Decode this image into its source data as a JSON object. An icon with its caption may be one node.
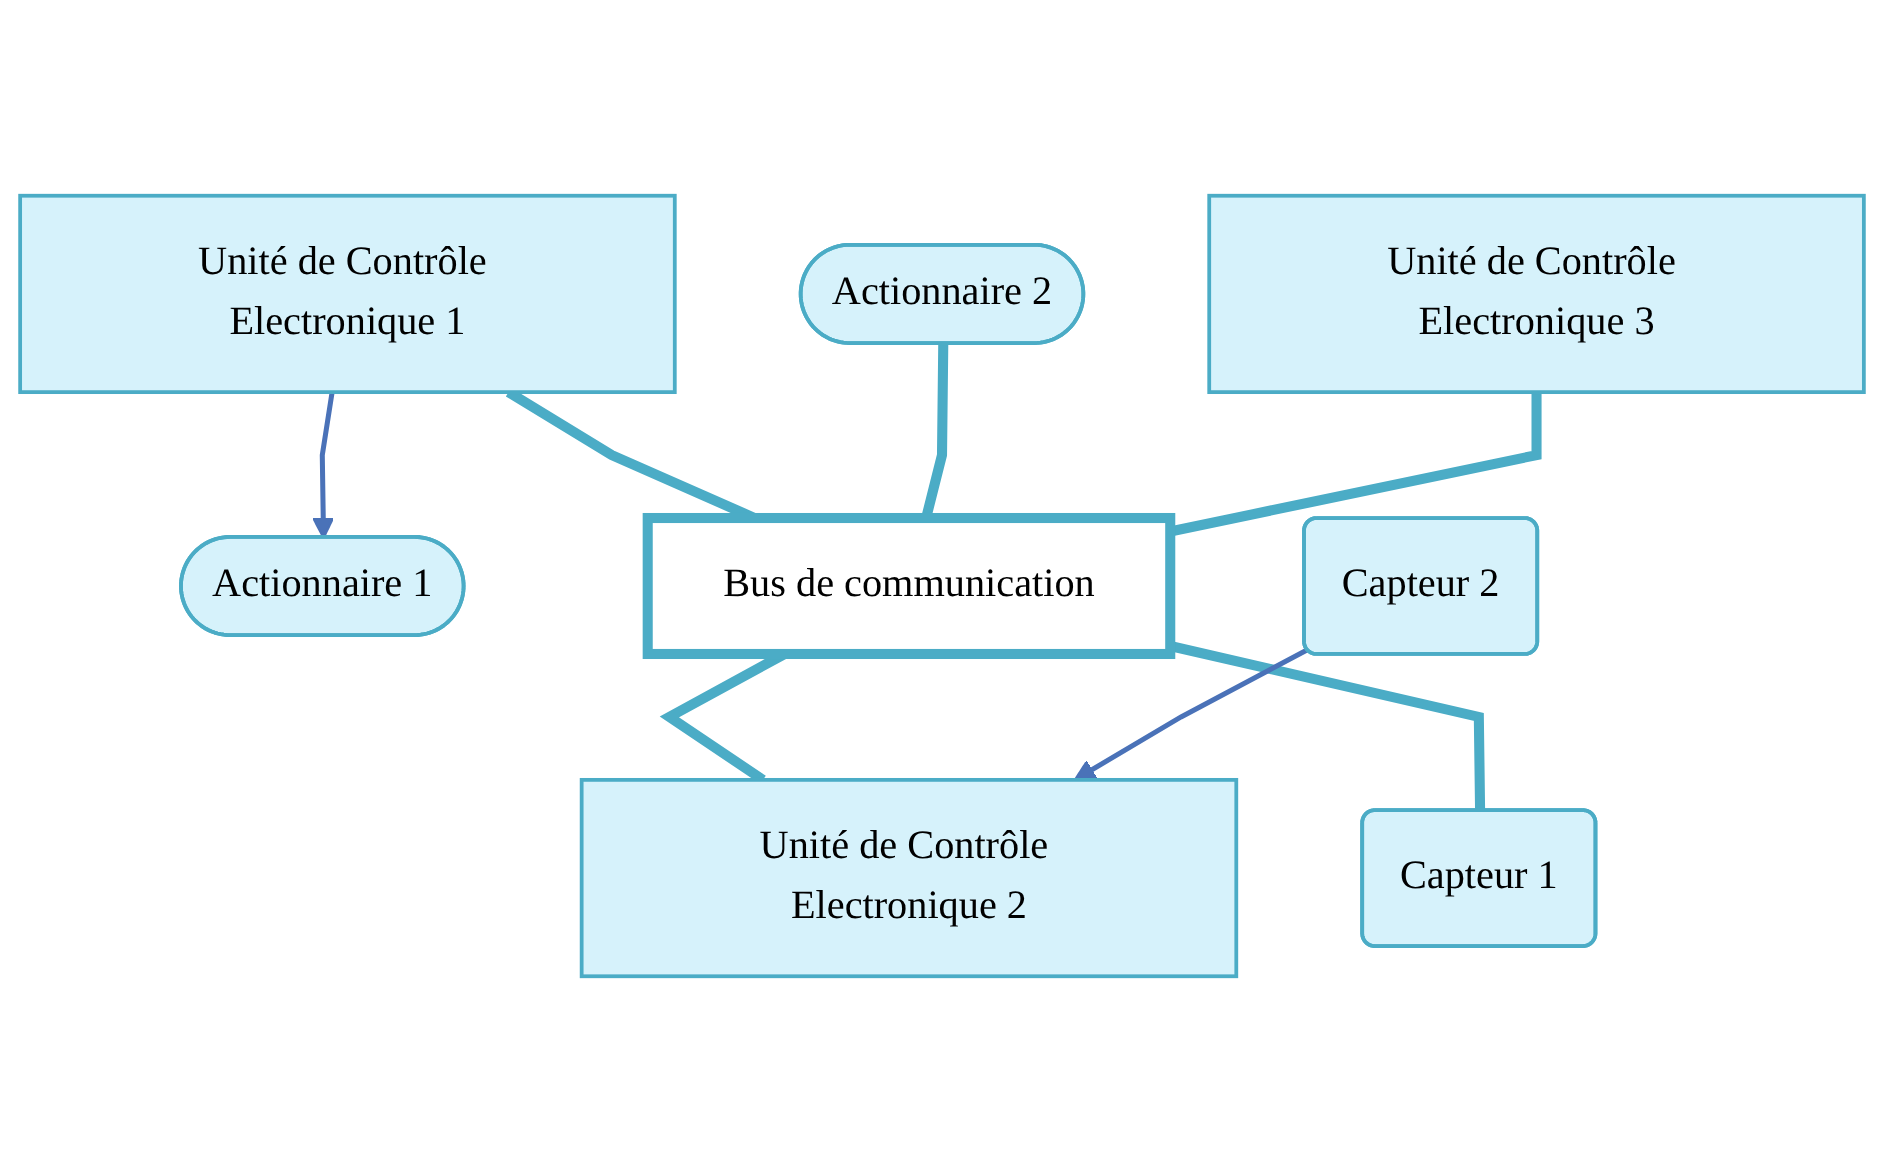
{
  "diagram": {
    "nodes": [
      {
        "text": [
          "Unité de Contrôle Electronique 1"
        ]
      },
      {
        "text": [
          "Unité de Contrôle Electronique 3"
        ]
      },
      {
        "text": [
          "Actionnaire 1"
        ]
      },
      {
        "text": [
          "Actionnaire 2"
        ]
      },
      {
        "text": [
          "Bus de communication"
        ]
      },
      {
        "text": [
          "Unité de Contrôle Electronique 2"
        ]
      },
      {
        "text": [
          "Capteur 1"
        ]
      },
      {
        "text": [
          "Capteur 2"
        ]
      }
    ],
    "edges": [
      {
        "from": 0,
        "to": 2,
        "arrow": "to",
        "color": "#4a72b8"
      },
      {
        "from": 0,
        "to": 4,
        "arrow": "none"
      },
      {
        "from": 3,
        "to": 4,
        "arrow": "none"
      },
      {
        "from": 1,
        "to": 4,
        "arrow": "none"
      },
      {
        "from": 4,
        "to": 5,
        "arrow": "none"
      },
      {
        "from": 4,
        "to": 6,
        "arrow": "none"
      },
      {
        "from": 7,
        "to": 5,
        "arrow": "to",
        "color": "#4a72b8"
      }
    ]
  }
}
